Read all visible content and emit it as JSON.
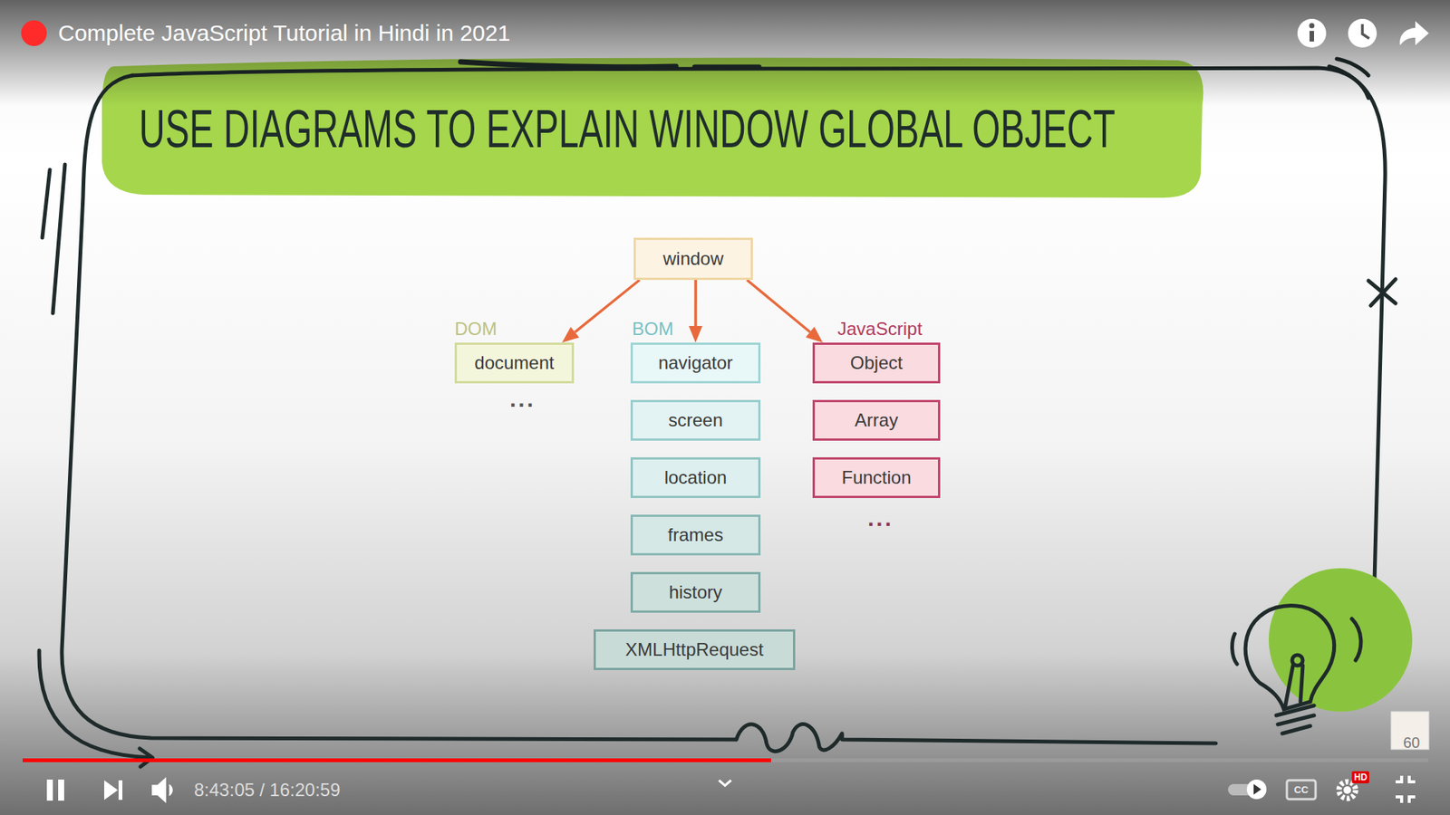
{
  "diagram": {
    "title": "USE DIAGRAMS TO EXPLAIN WINDOW GLOBAL OBJECT",
    "nodes": [
      {
        "text": [
          "window"
        ]
      },
      {
        "text": [
          "DOM",
          "document"
        ]
      },
      {
        "text": [
          "BOM",
          "navigator"
        ]
      },
      {
        "text": [
          "screen"
        ]
      },
      {
        "text": [
          "location"
        ]
      },
      {
        "text": [
          "frames"
        ]
      },
      {
        "text": [
          "history"
        ]
      },
      {
        "text": [
          "XMLHttpRequest"
        ]
      },
      {
        "text": [
          "JavaScript",
          "Object"
        ]
      },
      {
        "text": [
          "Array"
        ]
      },
      {
        "text": [
          "Function"
        ]
      }
    ],
    "edges": [
      {
        "from": 0,
        "to": 1,
        "arrow": "to"
      },
      {
        "from": 0,
        "to": 2,
        "arrow": "to"
      },
      {
        "from": 0,
        "to": 8,
        "arrow": "to"
      }
    ],
    "labels": [
      "Complete JavaScript Tutorial in Hindi in 2021",
      "...",
      "...",
      "8:43:05 / 16:20:59",
      "CC",
      "HD",
      "60"
    ]
  }
}
